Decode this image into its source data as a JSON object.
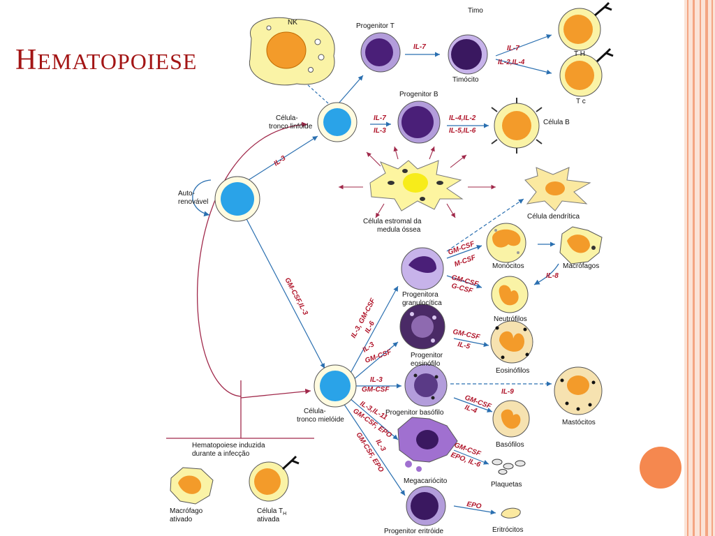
{
  "slide": {
    "title_first": "H",
    "title_rest": "EMATOPOIESE"
  },
  "labels": {
    "nk": "NK",
    "timo": "Timo",
    "progenitor_t": "Progenitor T",
    "timocito": "Timócito",
    "th": "T H",
    "tc": "T c",
    "progenitor_b": "Progenitor B",
    "celula_b": "Célula B",
    "tronco_linfoide_1": "Célula-",
    "tronco_linfoide_2": "tronco linfóide",
    "auto_1": "Auto-",
    "auto_2": "renovável",
    "estromal_1": "Célula estromal da",
    "estromal_2": "medula óssea",
    "dendritica": "Célula dendrítica",
    "monocitos": "Monócitos",
    "macrofagos": "Macrófagos",
    "prog_gran_1": "Progenitora",
    "prog_gran_2": "granulocítica",
    "neutrofilos": "Neutrófilos",
    "prog_eos_1": "Progenitor",
    "prog_eos_2": "eosinófilo",
    "eosinofilos": "Eosinófilos",
    "tronco_mieloide_1": "Célula-",
    "tronco_mieloide_2": "tronco mielóide",
    "prog_baso": "Progenitor basófilo",
    "mastocitos": "Mastócitos",
    "basofilos": "Basófilos",
    "megacariocito": "Megacariócito",
    "plaquetas": "Plaquetas",
    "prog_eritroide": "Progenitor eritróide",
    "eritrocitos": "Eritrócitos",
    "infeccao_1": "Hematopoiese induzida",
    "infeccao_2": "durante a infecção",
    "macro_ativado_1": "Macrófago",
    "macro_ativado_2": "ativado",
    "th_ativada_1": "Célula T",
    "th_ativada_sub": "H",
    "th_ativada_2": "ativada"
  },
  "cytokines": {
    "il7_t": "IL-7",
    "il7_th": "IL-7",
    "il2_il4": "IL-2,IL-4",
    "il7_b": "IL-7",
    "il3_b": "IL-3",
    "il4_il2": "IL-4,IL-2",
    "il5_il6": "IL-5,IL-6",
    "il3_stem": "IL-3",
    "gmcsf_il3": "GM-CSF,IL-3",
    "il3_gmcsf_il6_1": "IL-3, GM-CSF",
    "il3_gmcsf_il6_2": "IL-6",
    "gmcsf_mono": "GM-CSF",
    "mcsf": "M-CSF",
    "gmcsf_neu": "GM-CSF",
    "gcsf": "G-CSF",
    "il8": "IL-8",
    "il3_eos": "IL-3",
    "gmcsf_eos": "GM-CSF",
    "gmcsf_eos2": "GM-CSF",
    "il5": "IL-5",
    "il3_baso": "IL-3",
    "gmcsf_baso": "GM-CSF",
    "il9": "IL-9",
    "gmcsf_baso2": "GM-CSF",
    "il4_baso": "IL-4",
    "il3_il11": "IL-3,IL-11",
    "gmcsf_epo": "GM-CSF, EPO",
    "gmcsf_plaq": "GM-CSF",
    "epo_il6": "EPO, IL-6",
    "il3_eri": "IL-3",
    "gmcsf_epo_eri": "GM-CSF, EPO",
    "epo": "EPO"
  },
  "colors": {
    "title": "#a31515",
    "accent_dot": "#f5884f",
    "stripe": "#f4a582",
    "arrow": "#2a6fb0",
    "cytokine": "#b0152a",
    "feedback": "#a0284a"
  }
}
